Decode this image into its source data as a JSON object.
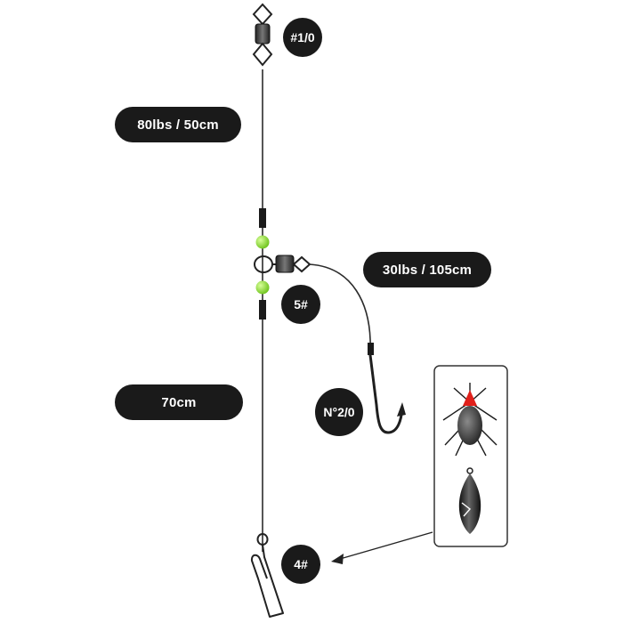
{
  "labels": {
    "swivel_top": "#1/0",
    "main_line": "80lbs / 50cm",
    "branch_line": "30lbs / 105cm",
    "swivel_mid": "5#",
    "lower_line": "70cm",
    "hook": "N°2/0",
    "snap": "4#"
  },
  "colors": {
    "label_bg": "#1a1a1a",
    "label_text": "#ffffff",
    "line": "#2b2b2b",
    "bead": "#8fdc2a",
    "lure_cap": "#e0201b",
    "lure_body": "#3a3a3a"
  },
  "icons": [
    "swivel-icon",
    "bead-icon",
    "hook-icon",
    "snap-icon",
    "octopus-lure-icon",
    "sinker-icon"
  ]
}
